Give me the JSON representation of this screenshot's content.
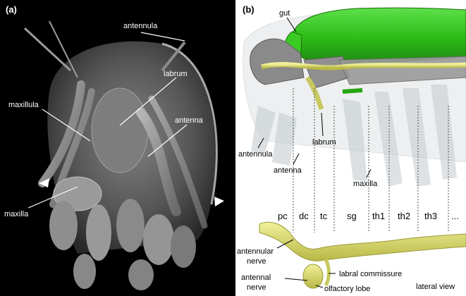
{
  "panel_a": {
    "letter": "(a)",
    "labels": {
      "antennula": "antennula",
      "labrum": "labrum",
      "maxillula": "maxillula",
      "antenna": "antenna",
      "maxilla": "maxilla"
    }
  },
  "panel_b": {
    "letter": "(b)",
    "labels": {
      "gut": "gut",
      "antennula": "antennula",
      "antenna": "antenna",
      "labrum": "labrum",
      "maxilla": "maxilla",
      "antennular_nerve_1": "antennular",
      "antennular_nerve_2": "nerve",
      "antennal_nerve_1": "antennal",
      "antennal_nerve_2": "nerve",
      "labral_commissure": "labral commissure",
      "olfactory_lobe": "olfactory lobe",
      "lateral_view": "lateral view"
    },
    "segments": [
      "pc",
      "dc",
      "tc",
      "sg",
      "th1",
      "th2",
      "th3",
      "..."
    ]
  },
  "colors": {
    "gut_green": "#2fbf1a",
    "nerve_yellow": "#d8d86a",
    "tissue_gray": "#8a8a8a",
    "background_dark": "#000000"
  }
}
